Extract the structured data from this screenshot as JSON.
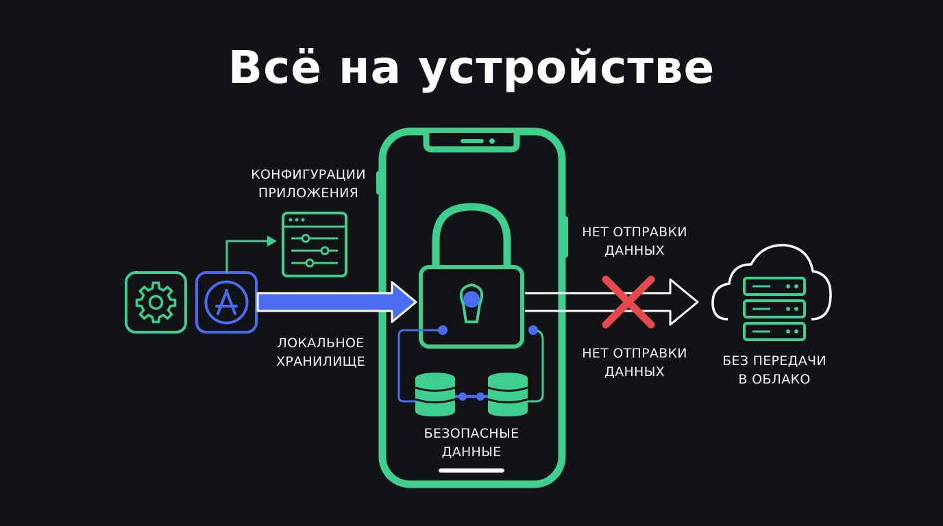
{
  "title": "Всё на устройстве",
  "labels": {
    "app_config": "КОНФИГУРАЦИИ\nПРИЛОЖЕНИЯ",
    "local_storage": "ЛОКАЛЬНОЕ\nХРАНИЛИЩЕ",
    "no_send_top": "НЕТ ОТПРАВКИ\nДАННЫХ",
    "no_send_bottom": "НЕТ ОТПРАВКИ\nДАННЫХ",
    "no_cloud": "БЕЗ ПЕРЕДАЧИ\nВ ОБЛАКО",
    "secure_data": "БЕЗОПАСНЫЕ\nДАННЫЕ"
  },
  "colors": {
    "background": "#111317",
    "green": "#3ecf8e",
    "blue": "#4a6cf0",
    "red": "#e5484d",
    "white": "#ffffff"
  },
  "icons": [
    "gear-icon",
    "app-store-icon",
    "settings-sliders-icon",
    "lock-icon",
    "database-icon",
    "cross-icon",
    "cloud-server-icon"
  ]
}
